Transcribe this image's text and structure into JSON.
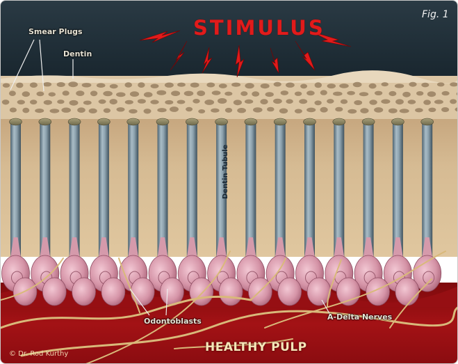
{
  "figure": {
    "fig_label": "Fig. 1",
    "title": "STIMULUS",
    "labels": {
      "smear_plugs": "Smear Plugs",
      "dentin": "Dentin",
      "dentin_tubule": "Dentin Tubule",
      "odontoblasts": "Odontoblasts",
      "a_delta_nerves": "A-Delta Nerves",
      "healthy_pulp": "HEALTHY PULP"
    },
    "credit": "© Dr. Rod Kurthy"
  },
  "colors": {
    "background_dark": "#1e2b33",
    "stimulus_red": "#e11b1b",
    "dentin_tan": "#cdb08a",
    "tubule_steel": "#7f98a6",
    "odontoblast_pink": "#d99aac",
    "pulp_red": "#9c0f12",
    "nerve_gold": "#d9b97a"
  }
}
